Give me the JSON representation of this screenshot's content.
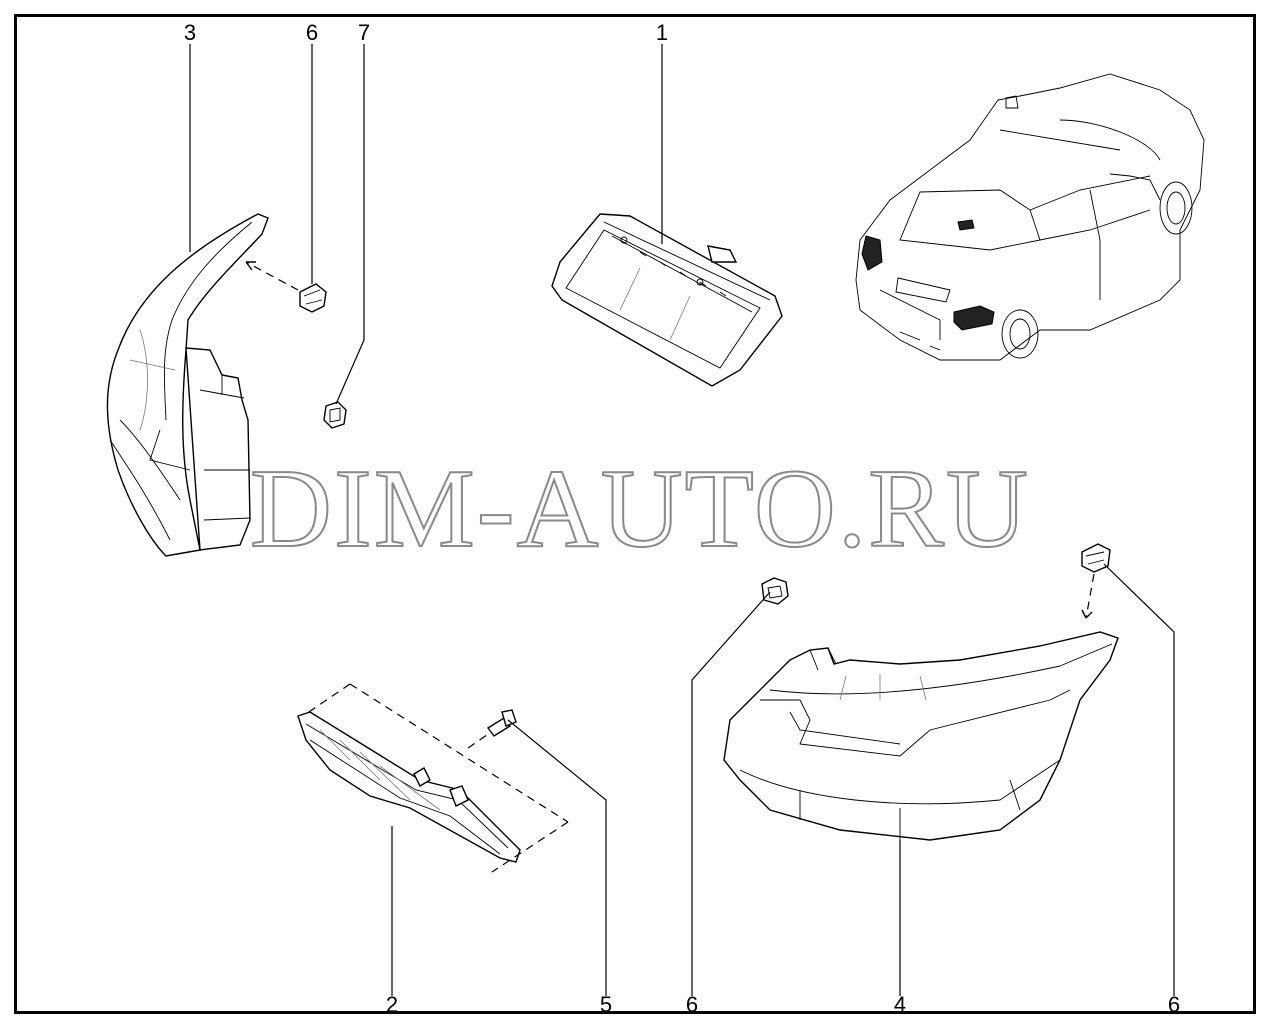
{
  "watermark": "DIM-AUTO.RU",
  "callouts": [
    {
      "id": "c1",
      "label": "1"
    },
    {
      "id": "c3",
      "label": "3"
    },
    {
      "id": "c6a",
      "label": "6"
    },
    {
      "id": "c7",
      "label": "7"
    },
    {
      "id": "c2",
      "label": "2"
    },
    {
      "id": "c5",
      "label": "5"
    },
    {
      "id": "c6b",
      "label": "6"
    },
    {
      "id": "c4",
      "label": "4"
    },
    {
      "id": "c6c",
      "label": "6"
    }
  ],
  "colors": {
    "line": "#000000",
    "watermark_stroke": "#8a8a8a",
    "background": "#ffffff"
  }
}
